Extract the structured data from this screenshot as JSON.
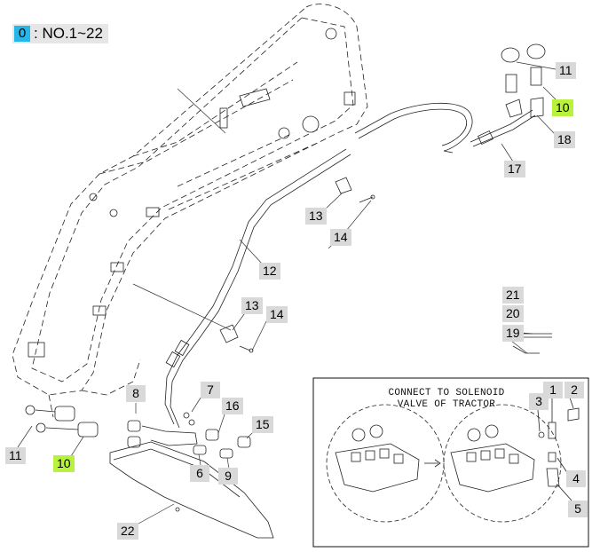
{
  "header": {
    "number": "0",
    "range": ": NO.1~22"
  },
  "inset": {
    "line1": "CONNECT TO SOLENOID",
    "line2": "VALVE OF TRACTOR"
  },
  "callouts": [
    {
      "id": "11",
      "label": "11",
      "highlight": false
    },
    {
      "id": "10",
      "label": "10",
      "highlight": true
    },
    {
      "id": "18",
      "label": "18",
      "highlight": false
    },
    {
      "id": "17",
      "label": "17",
      "highlight": false
    },
    {
      "id": "13",
      "label": "13",
      "highlight": false
    },
    {
      "id": "14",
      "label": "14",
      "highlight": false
    },
    {
      "id": "12",
      "label": "12",
      "highlight": false
    },
    {
      "id": "13b",
      "label": "13",
      "highlight": false
    },
    {
      "id": "14b",
      "label": "14",
      "highlight": false
    },
    {
      "id": "21",
      "label": "21",
      "highlight": false
    },
    {
      "id": "20",
      "label": "20",
      "highlight": false
    },
    {
      "id": "19",
      "label": "19",
      "highlight": false
    },
    {
      "id": "8",
      "label": "8",
      "highlight": false
    },
    {
      "id": "7",
      "label": "7",
      "highlight": false
    },
    {
      "id": "16",
      "label": "16",
      "highlight": false
    },
    {
      "id": "15",
      "label": "15",
      "highlight": false
    },
    {
      "id": "11b",
      "label": "11",
      "highlight": false
    },
    {
      "id": "10b",
      "label": "10",
      "highlight": true
    },
    {
      "id": "6",
      "label": "6",
      "highlight": false
    },
    {
      "id": "9",
      "label": "9",
      "highlight": false
    },
    {
      "id": "22",
      "label": "22",
      "highlight": false
    },
    {
      "id": "3",
      "label": "3",
      "highlight": false
    },
    {
      "id": "1",
      "label": "1",
      "highlight": false
    },
    {
      "id": "2",
      "label": "2",
      "highlight": false
    },
    {
      "id": "4",
      "label": "4",
      "highlight": false
    },
    {
      "id": "5",
      "label": "5",
      "highlight": false
    }
  ]
}
